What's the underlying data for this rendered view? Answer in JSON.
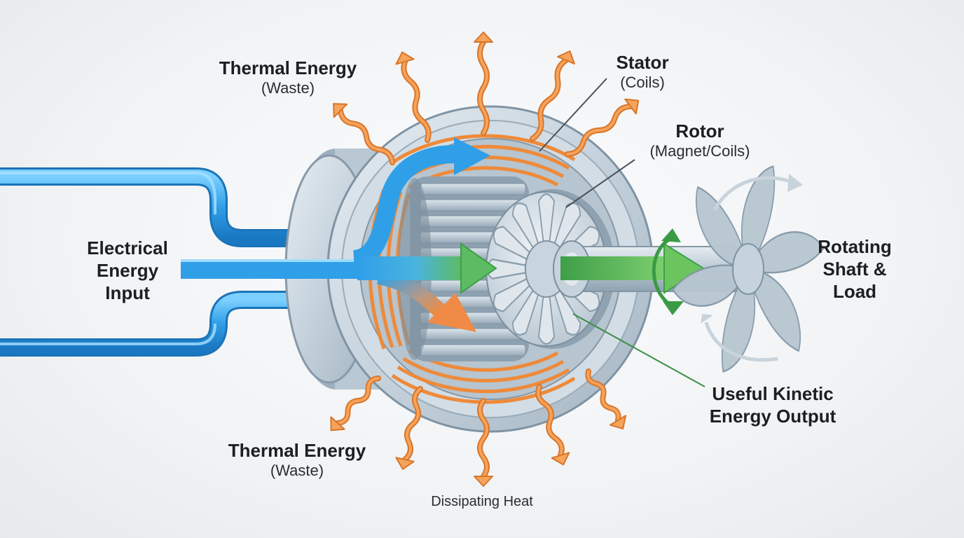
{
  "labels": {
    "thermal_top": {
      "title": "Thermal Energy",
      "subtitle": "(Waste)"
    },
    "thermal_bottom": {
      "title": "Thermal Energy",
      "subtitle": "(Waste)"
    },
    "stator": {
      "title": "Stator",
      "subtitle": "(Coils)"
    },
    "rotor": {
      "title": "Rotor",
      "subtitle": "(Magnet/Coils)"
    },
    "electrical_input": [
      "Electrical",
      "Energy",
      "Input"
    ],
    "shaft_load": [
      "Rotating",
      "Shaft &",
      "Load"
    ],
    "kinetic_output": [
      "Useful Kinetic",
      "Energy Output"
    ],
    "dissipating_heat": "Dissipating Heat"
  },
  "colors": {
    "electrical": "#2f9fe8",
    "thermal": "#f08a3c",
    "kinetic": "#3fa34a",
    "metal": "#c9d5de",
    "fan": "#b7c6d1"
  }
}
